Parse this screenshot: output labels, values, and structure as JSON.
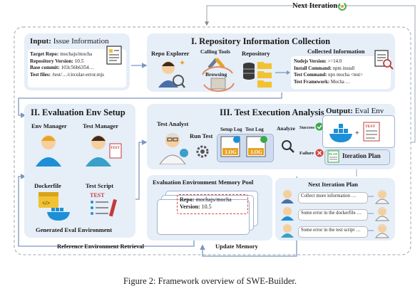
{
  "next_iteration_label": "Next Iteration",
  "figure_caption": "Figure 2: Framework overview of SWE-Builder.",
  "input_panel": {
    "title_bold": "Input:",
    "title_rest": " Issue Information",
    "lines": [
      {
        "key": "Target Repo:",
        "value": " mochajs/mocha"
      },
      {
        "key": "Repository Version:",
        "value": " 10.5"
      },
      {
        "key": "Base commit:",
        "value": " 103c56b6354…"
      },
      {
        "key": "Test files:",
        "value": " /test/…/circular-error.mjs"
      }
    ]
  },
  "repo_panel": {
    "title": "I. Repository Information Collection",
    "repo_explorer": "Repo Explorer",
    "calling_tools": "Calling Tools",
    "browsing": "Browsing",
    "repository": "Repository",
    "collected_info_title": "Collected Information",
    "collected_lines": [
      {
        "key": "Nodejs Version:",
        "value": " >=14.0"
      },
      {
        "key": "Install Command:",
        "value": " npm install"
      },
      {
        "key": "Test Command:",
        "value": " npx mocha <test>"
      },
      {
        "key": "Test Framework:",
        "value": " Mocha …"
      }
    ]
  },
  "env_panel": {
    "title": "II. Evaluation Env Setup",
    "env_manager": "Env Manager",
    "test_manager": "Test Manager",
    "dockerfile": "Dockerfile",
    "test_script": "Test Script",
    "generated": "Generated Eval Environment"
  },
  "exec_panel": {
    "title": "III. Test Execution Analysis",
    "test_analyst": "Test Analyst",
    "run_test": "Run Test",
    "setup_log": "Setup Log",
    "test_log": "Test Log",
    "log_badge": "LOG",
    "analyze": "Analyze",
    "success": "Success",
    "failure": "Failure",
    "output_bold": "Output:",
    "output_rest": " Eval Env",
    "test_badge": "TEST",
    "iteration_plan": "Iteration Plan"
  },
  "memory_pool": {
    "title": "Evaluation Environment Memory Pool",
    "repo_key": "Repo:",
    "repo_value": " mochajs/mocha",
    "version_key": "Version:",
    "version_value": " 10.5"
  },
  "next_plan": {
    "title": "Next Iteration Plan",
    "items": [
      "Collect more information …",
      "Some error in the dockerfile …",
      "Some error in the test script …"
    ]
  },
  "reference_retrieval": "Reference Environment Retrieval",
  "update_memory": "Update Memory",
  "icon_text": {
    "code_glyph": "</>",
    "test_word": "TEST",
    "plan_word": "PLAN"
  },
  "colors": {
    "panel_fill": "#e6eef8",
    "arrow_blue": "#7d97c0",
    "success_green": "#3aa948",
    "failure_red": "#d9433a",
    "docker_blue": "#1d8fd6",
    "memory_red": "#d9433a"
  }
}
